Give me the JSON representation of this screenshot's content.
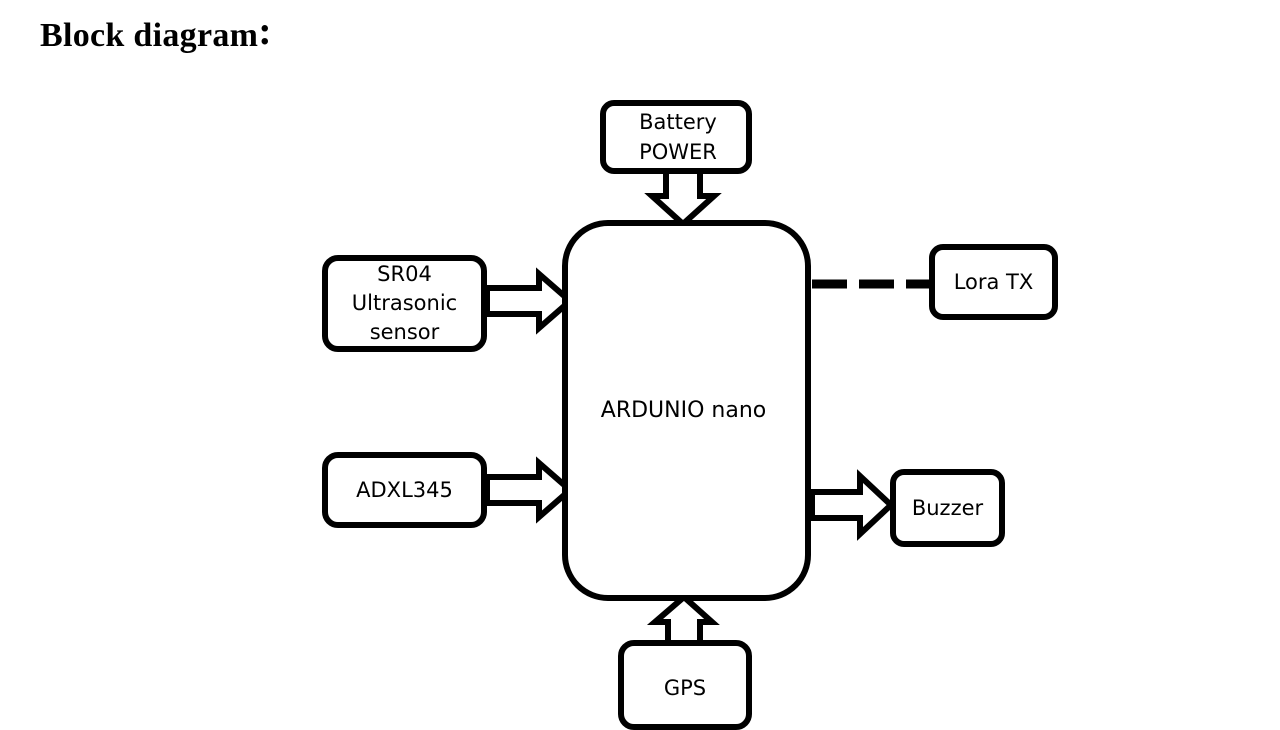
{
  "page": {
    "title": "Block diagram",
    "title_punctuation": ":",
    "background_color": "#ffffff",
    "stroke_color": "#000000"
  },
  "diagram": {
    "type": "block-diagram",
    "nodes": [
      {
        "id": "mcu",
        "label": "ARDUNIO nano",
        "role": "controller"
      },
      {
        "id": "battery",
        "label": "Battery\nPOWER",
        "role": "power-source"
      },
      {
        "id": "sr04",
        "label": "SR04\nUltrasonic\nsensor",
        "role": "sensor"
      },
      {
        "id": "adxl",
        "label": "ADXL345",
        "role": "sensor"
      },
      {
        "id": "lora",
        "label": "Lora TX",
        "role": "transmitter"
      },
      {
        "id": "buzzer",
        "label": "Buzzer",
        "role": "actuator"
      },
      {
        "id": "gps",
        "label": "GPS",
        "role": "sensor"
      }
    ],
    "connections": [
      {
        "from": "battery",
        "to": "mcu",
        "style": "block-arrow",
        "direction": "down"
      },
      {
        "from": "sr04",
        "to": "mcu",
        "style": "block-arrow",
        "direction": "right"
      },
      {
        "from": "adxl",
        "to": "mcu",
        "style": "block-arrow",
        "direction": "right"
      },
      {
        "from": "gps",
        "to": "mcu",
        "style": "block-arrow",
        "direction": "up"
      },
      {
        "from": "mcu",
        "to": "buzzer",
        "style": "block-arrow",
        "direction": "right"
      },
      {
        "from": "mcu",
        "to": "lora",
        "style": "dashed-line",
        "direction": "right"
      }
    ]
  }
}
